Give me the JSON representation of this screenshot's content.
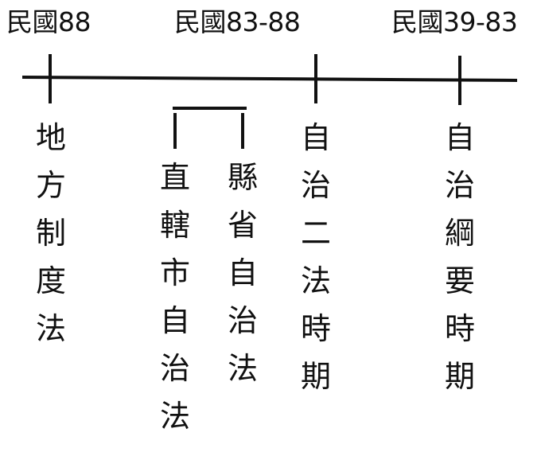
{
  "diagram": {
    "title": "",
    "type": "timeline",
    "periods": [
      {
        "label": "民國88",
        "tick_x": 63,
        "text": [
          "地",
          "方",
          "制",
          "度",
          "法"
        ]
      },
      {
        "label": "民國83-88",
        "tick_x": 397,
        "text": [
          "自",
          "治",
          "二",
          "法",
          "時",
          "期"
        ],
        "sub_items": [
          {
            "text": [
              "直",
              "轄",
              "市",
              "自",
              "治",
              "法"
            ]
          },
          {
            "text": [
              "縣",
              "省",
              "自",
              "治",
              "法"
            ]
          }
        ]
      },
      {
        "label": "民國39-83",
        "tick_x": 578,
        "text": [
          "自",
          "治",
          "綱",
          "要",
          "時",
          "期"
        ]
      }
    ],
    "colors": {
      "line": "#111111",
      "text": "#111111",
      "background": "#ffffff"
    }
  }
}
